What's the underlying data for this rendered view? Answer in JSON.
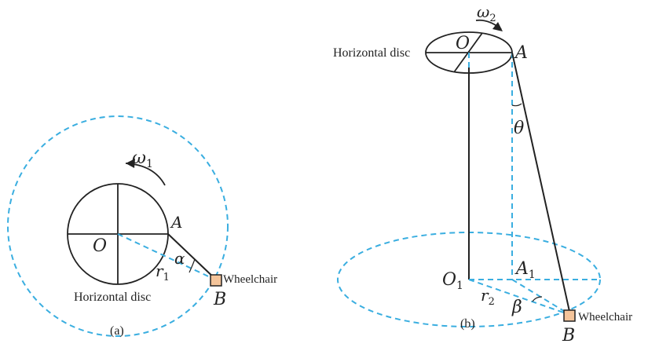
{
  "figure_a": {
    "panel_label": "(a)",
    "omega_label": "ω",
    "omega_subscript": "1",
    "point_a": "A",
    "point_o": "O",
    "point_b": "B",
    "radius_label": "r",
    "radius_subscript": "1",
    "angle_label": "α",
    "disc_label": "Horizontal disc",
    "wheelchair_label": "Wheelchair"
  },
  "figure_b": {
    "panel_label": "(b)",
    "omega_label": "ω",
    "omega_subscript": "2",
    "point_o": "O",
    "point_a": "A",
    "point_o1": "O",
    "point_o1_subscript": "1",
    "point_a1": "A",
    "point_a1_subscript": "1",
    "point_b": "B",
    "theta_label": "θ",
    "beta_label": "β",
    "radius_label": "r",
    "radius_subscript": "2",
    "disc_label": "Horizontal disc",
    "wheelchair_label": "Wheelchair"
  },
  "colors": {
    "dashed": "#3aaee0",
    "wheelchair": "#f4c49a",
    "line": "#222222"
  }
}
